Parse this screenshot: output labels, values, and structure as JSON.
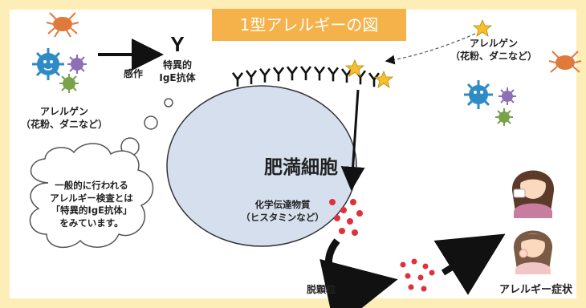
{
  "title": "1型アレルギーの図",
  "labels": {
    "sensitization": "感作",
    "specific_ige": [
      "特異的",
      "IgE抗体"
    ],
    "allergen_left": [
      "アレルゲン",
      "（花粉、ダニなど）"
    ],
    "allergen_right": [
      "アレルゲン",
      "（花粉、ダニなど）"
    ],
    "mast_cell": "肥満細胞",
    "mediators": [
      "化学伝達物質",
      "（ヒスタミンなど）"
    ],
    "degranulation": "脱顆粒",
    "symptoms": "アレルギー症状",
    "thought_bubble": [
      "一般的に行われる",
      "アレルギー検査とは",
      "「特異的IgE抗体」",
      "をみています。"
    ]
  },
  "icons": [
    "mite-icon",
    "virus-icon",
    "pollen-star-icon",
    "antibody-y-icon",
    "sneezing-person-icon",
    "coughing-person-icon"
  ],
  "colors": {
    "border": "#FDEEB8",
    "title_bg": "#F5B24A",
    "cell_fill": "#D5DFEE",
    "granule": "#E0303E",
    "mite": "#E07A3B",
    "virus_blue": "#2E8BC6",
    "virus_purple": "#8C6FB5",
    "virus_green": "#7AA24A",
    "star": "#F6C02A"
  }
}
